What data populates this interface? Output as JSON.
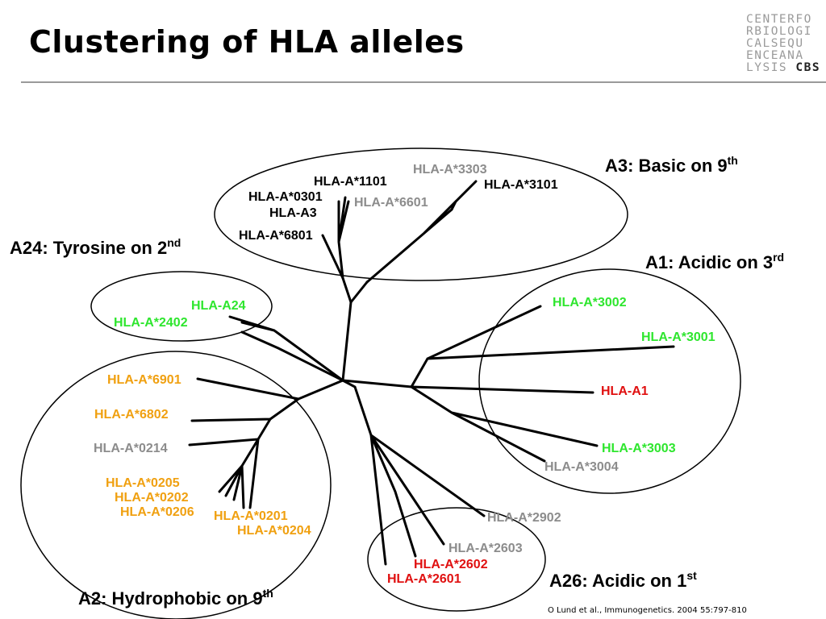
{
  "title": "Clustering of HLA alleles",
  "logo": {
    "lines": [
      "CENTERFO",
      "RBIOLOGI",
      "CALSEQU",
      "ENCEANA",
      "LYSIS "
    ],
    "accent": "CBS"
  },
  "citation": "O Lund et al., Immunogenetics. 2004 55:797-810",
  "colors": {
    "black": "#000000",
    "grey": "#8c8c8c",
    "green": "#2ee62e",
    "orange": "#f0a010",
    "red": "#e01010"
  },
  "groups": {
    "a3": {
      "label": "A3: Basic on 9",
      "sup": "th"
    },
    "a24": {
      "label": "A24: Tyrosine on 2",
      "sup": "nd"
    },
    "a1": {
      "label": "A1: Acidic on 3",
      "sup": "rd"
    },
    "a2": {
      "label": "A2: Hydrophobic on 9",
      "sup": "th"
    },
    "a26": {
      "label": "A26: Acidic on 1",
      "sup": "st"
    }
  },
  "alleles": {
    "a3303": "HLA-A*3303",
    "a1101": "HLA-A*1101",
    "a3101": "HLA-A*3101",
    "a0301": "HLA-A*0301",
    "a6601": "HLA-A*6601",
    "a3": "HLA-A3",
    "a6801": "HLA-A*6801",
    "a24": "HLA-A24",
    "a2402": "HLA-A*2402",
    "a3002": "HLA-A*3002",
    "a3001": "HLA-A*3001",
    "a1": "HLA-A1",
    "a3003": "HLA-A*3003",
    "a3004": "HLA-A*3004",
    "a6901": "HLA-A*6901",
    "a6802": "HLA-A*6802",
    "a0214": "HLA-A*0214",
    "a0205": "HLA-A*0205",
    "a0202": "HLA-A*0202",
    "a0206": "HLA-A*0206",
    "a0201": "HLA-A*0201",
    "a0204": "HLA-A*0204",
    "a2902": "HLA-A*2902",
    "a2603": "HLA-A*2603",
    "a2602": "HLA-A*2602",
    "a2601": "HLA-A*2601"
  }
}
